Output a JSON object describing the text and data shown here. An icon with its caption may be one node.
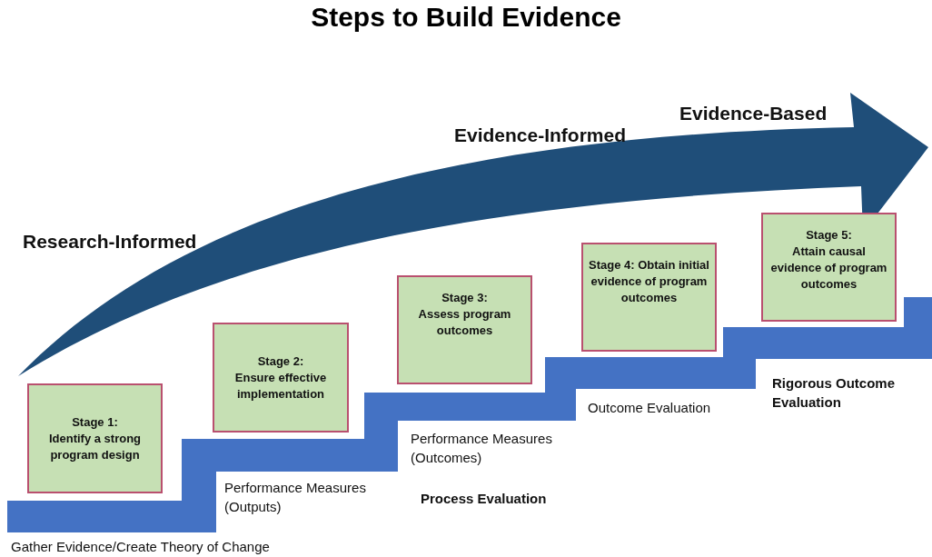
{
  "diagram": {
    "title": "Steps to Build Evidence",
    "nodes": [
      {
        "text": [
          "Stage 1:",
          "Identify a strong program design"
        ]
      },
      {
        "text": [
          "Stage 2:",
          "Ensure effective implementation"
        ]
      },
      {
        "text": [
          "Stage 3:",
          "Assess program outcomes"
        ]
      },
      {
        "text": [
          "Stage 4: Obtain initial evidence of program outcomes"
        ]
      },
      {
        "text": [
          "Stage 5:",
          "Attain causal evidence of program outcomes"
        ]
      }
    ],
    "edges": [],
    "labels": [
      "Evidence-Based",
      "Evidence-Informed",
      "Research-Informed",
      "Rigorous Outcome Evaluation",
      "Outcome Evaluation",
      "Performance Measures (Outcomes)",
      "Performance Measures (Outputs)",
      "Process Evaluation",
      "Gather Evidence/Create Theory of Change"
    ]
  }
}
